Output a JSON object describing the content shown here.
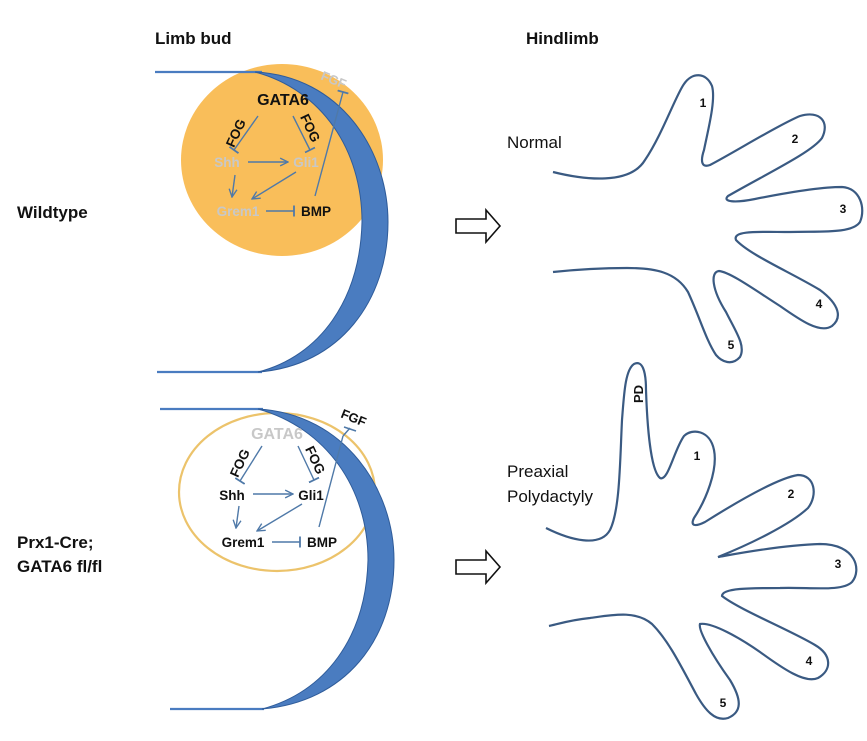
{
  "headers": {
    "limb_bud": "Limb bud",
    "hindlimb": "Hindlimb"
  },
  "colors": {
    "aer_blue": "#4a7cc0",
    "aer_edge": "#2f5c9a",
    "mesenchyme_orange": "#f9be5a",
    "outline_orange": "#ecc36b",
    "arrow_blue": "#4f79a8",
    "hand_outline": "#3a5a82",
    "text_black": "#111111",
    "text_faded": "#c8c8c8"
  },
  "panels": [
    {
      "genotype": [
        "Wildtype"
      ],
      "mesenchyme_fill": "filled",
      "genes": {
        "gata6": {
          "label": "GATA6",
          "state": "active"
        },
        "fog_left": {
          "label": "FOG",
          "state": "active"
        },
        "fog_right": {
          "label": "FOG",
          "state": "active"
        },
        "shh": {
          "label": "Shh",
          "state": "faded"
        },
        "gli1": {
          "label": "Gli1",
          "state": "faded"
        },
        "grem1": {
          "label": "Grem1",
          "state": "faded"
        },
        "bmp": {
          "label": "BMP",
          "state": "active"
        },
        "fgf": {
          "label": "FGF",
          "state": "faded"
        }
      },
      "phenotype": [
        "Normal"
      ],
      "digits": [
        "1",
        "2",
        "3",
        "4",
        "5"
      ]
    },
    {
      "genotype": [
        "Prx1-Cre;",
        "GATA6 fl/fl"
      ],
      "mesenchyme_fill": "outline",
      "genes": {
        "gata6": {
          "label": "GATA6",
          "state": "faded"
        },
        "fog_left": {
          "label": "FOG",
          "state": "active"
        },
        "fog_right": {
          "label": "FOG",
          "state": "active"
        },
        "shh": {
          "label": "Shh",
          "state": "active"
        },
        "gli1": {
          "label": "Gli1",
          "state": "active"
        },
        "grem1": {
          "label": "Grem1",
          "state": "active"
        },
        "bmp": {
          "label": "BMP",
          "state": "active"
        },
        "fgf": {
          "label": "FGF",
          "state": "active"
        }
      },
      "phenotype": [
        "Preaxial",
        "Polydactyly"
      ],
      "extra_digit": "PD",
      "digits": [
        "1",
        "2",
        "3",
        "4",
        "5"
      ]
    }
  ]
}
